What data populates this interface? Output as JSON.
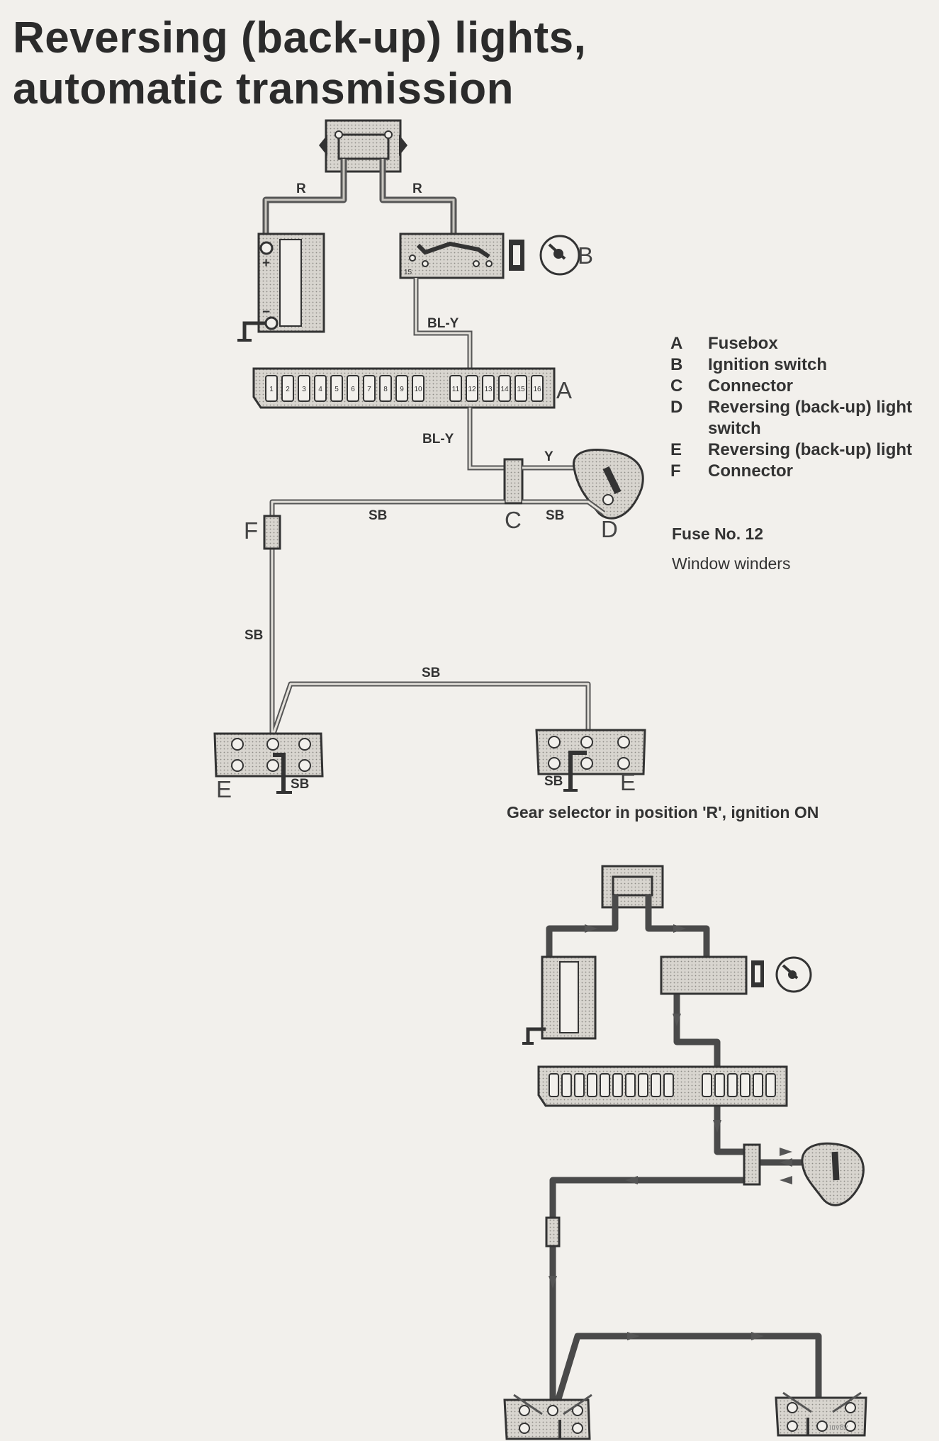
{
  "title": {
    "line1": "Reversing (back-up) lights,",
    "line2": "automatic transmission"
  },
  "legend": [
    {
      "key": "A",
      "text": "Fusebox"
    },
    {
      "key": "B",
      "text": "Ignition switch"
    },
    {
      "key": "C",
      "text": "Connector"
    },
    {
      "key": "D",
      "text": "Reversing (back-up) light switch"
    },
    {
      "key": "E",
      "text": "Reversing (back-up) light"
    },
    {
      "key": "F",
      "text": "Connector"
    }
  ],
  "fuse": {
    "number": "Fuse No. 12",
    "description": "Window winders"
  },
  "caption": "Gear selector in position 'R', ignition ON",
  "wire_labels": {
    "red": "R",
    "blue_yellow_top": "BL-Y",
    "blue_yellow": "BL-Y",
    "yellow": "Y",
    "sb": "SB"
  },
  "component_labels": {
    "A": "A",
    "B": "B",
    "C": "C",
    "D": "D",
    "E": "E",
    "F": "F"
  },
  "terminal_labels": {
    "ignition_15": "15",
    "battery_plus": "+",
    "battery_minus": "−"
  },
  "fuse_numbers": [
    "1",
    "2",
    "3",
    "4",
    "5",
    "6",
    "7",
    "8",
    "9",
    "10",
    "11",
    "12",
    "13",
    "14",
    "15",
    "16"
  ],
  "corner_mark": "ıııv8v",
  "colors": {
    "wire": "#555555",
    "wire_highlight": "#4a4a4a",
    "component_fill": "#c9c6c0",
    "paper": "#f2f0ec",
    "text": "#333333"
  }
}
